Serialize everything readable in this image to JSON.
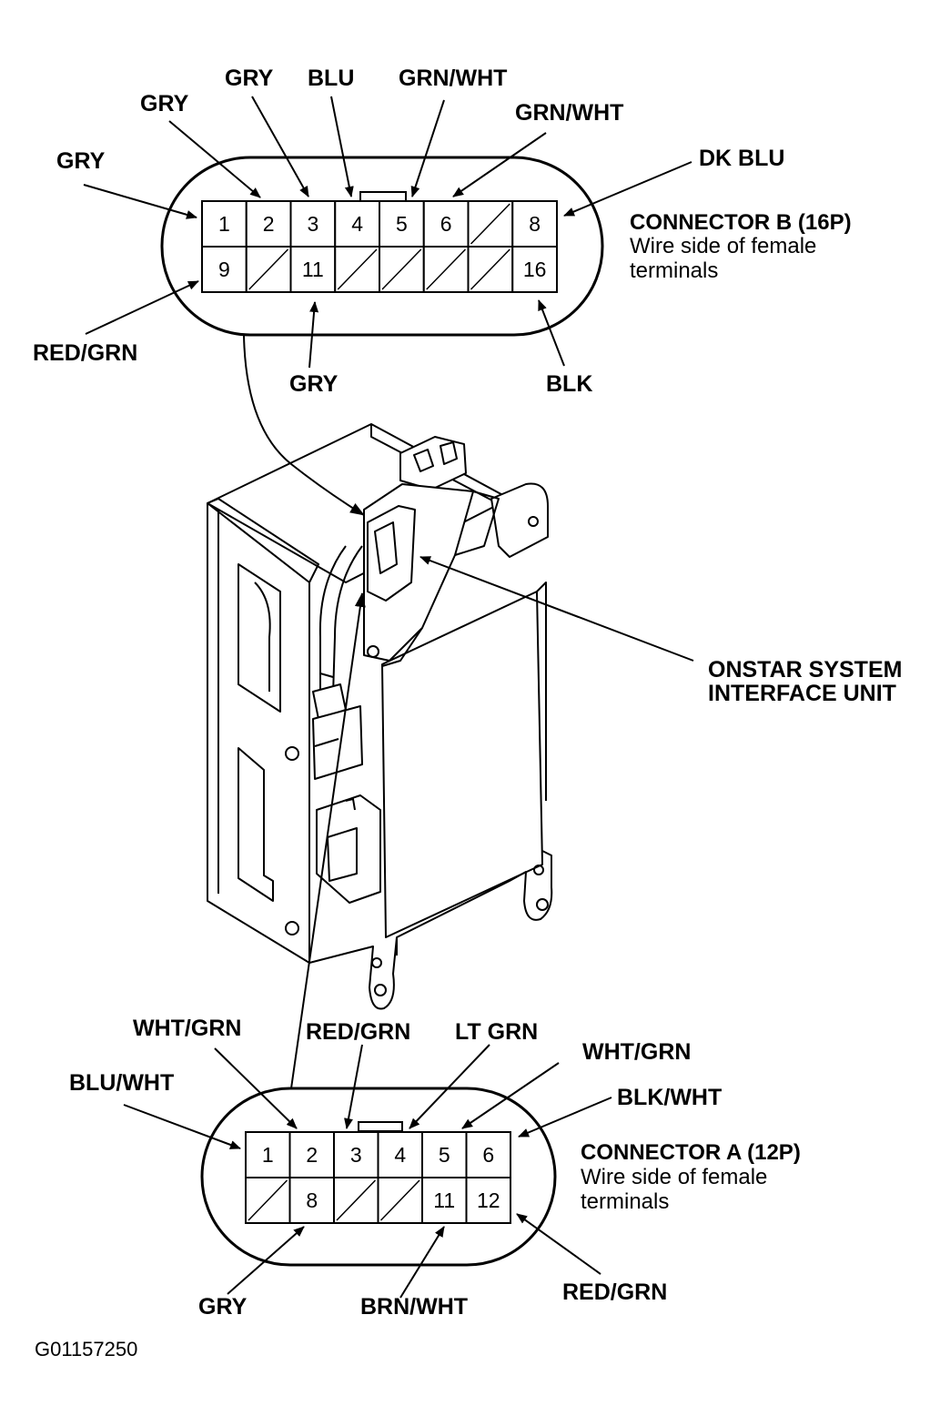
{
  "connector_b": {
    "title": "CONNECTOR B (16P)",
    "desc_line1": "Wire side of female",
    "desc_line2": "terminals",
    "cells": [
      "1",
      "2",
      "3",
      "4",
      "5",
      "6",
      "",
      "8",
      "9",
      "",
      "11",
      "",
      "",
      "",
      "",
      "16"
    ],
    "wires": {
      "pin1": "GRY",
      "pin2": "GRY",
      "pin3": "GRY",
      "pin4": "BLU",
      "pin5": "GRN/WHT",
      "pin6": "GRN/WHT",
      "pin8": "DK BLU",
      "pin9": "RED/GRN",
      "pin11": "GRY",
      "pin16": "BLK"
    }
  },
  "unit": {
    "label_line1": "ONSTAR SYSTEM",
    "label_line2": "INTERFACE UNIT"
  },
  "connector_a": {
    "title": "CONNECTOR A (12P)",
    "desc_line1": "Wire side of female",
    "desc_line2": "terminals",
    "cells": [
      "1",
      "2",
      "3",
      "4",
      "5",
      "6",
      "",
      "8",
      "",
      "",
      "11",
      "12"
    ],
    "wires": {
      "pin1": "BLU/WHT",
      "pin2": "WHT/GRN",
      "pin3": "RED/GRN",
      "pin4": "LT GRN",
      "pin5": "WHT/GRN",
      "pin6": "BLK/WHT",
      "pin8": "GRY",
      "pin11": "BRN/WHT",
      "pin12": "RED/GRN"
    }
  },
  "figure_code": "G01157250"
}
